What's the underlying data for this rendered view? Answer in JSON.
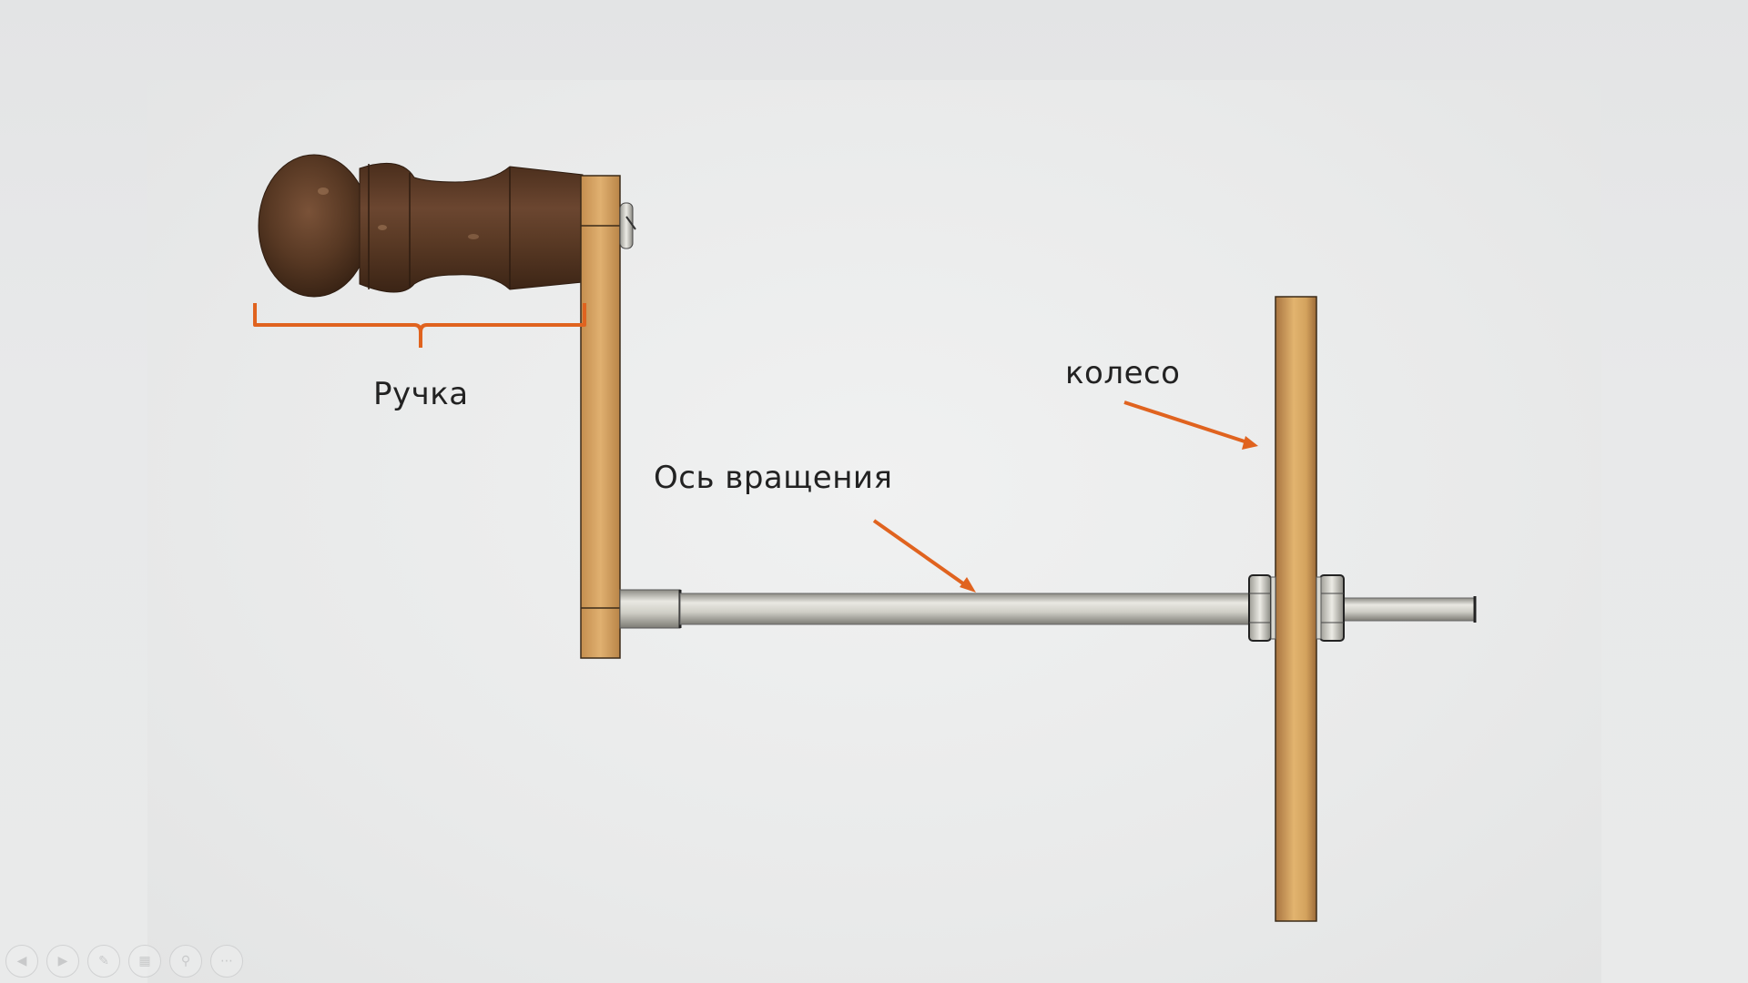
{
  "labels": {
    "handle": "Ручка",
    "axis": "Ось вращения",
    "wheel": "колесо"
  },
  "colors": {
    "annotation": "#e0631f",
    "wood_dark": "#5a3a25",
    "wood_light": "#d9a860",
    "metal": "#c9c8c0"
  },
  "toolbar": {
    "buttons": [
      {
        "icon": "previous-icon"
      },
      {
        "icon": "next-icon"
      },
      {
        "icon": "pen-icon"
      },
      {
        "icon": "slides-grid-icon"
      },
      {
        "icon": "zoom-icon"
      },
      {
        "icon": "more-icon"
      }
    ]
  }
}
